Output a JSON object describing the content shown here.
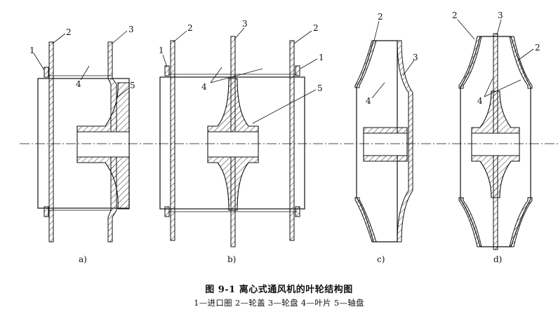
{
  "figure": {
    "title": "图 9-1  离心式通风机的叶轮结构图",
    "legend": "1—进口圈  2—轮盖  3—轮盘  4—叶片  5—轴盘"
  },
  "panels": [
    {
      "label": "a)",
      "callouts": [
        "1",
        "2",
        "3",
        "4",
        "5"
      ]
    },
    {
      "label": "b)",
      "callouts": [
        "1",
        "2",
        "3",
        "2",
        "1",
        "4",
        "5"
      ]
    },
    {
      "label": "c)",
      "callouts": [
        "2",
        "3",
        "4"
      ]
    },
    {
      "label": "d)",
      "callouts": [
        "2",
        "3",
        "2",
        "4"
      ]
    }
  ]
}
